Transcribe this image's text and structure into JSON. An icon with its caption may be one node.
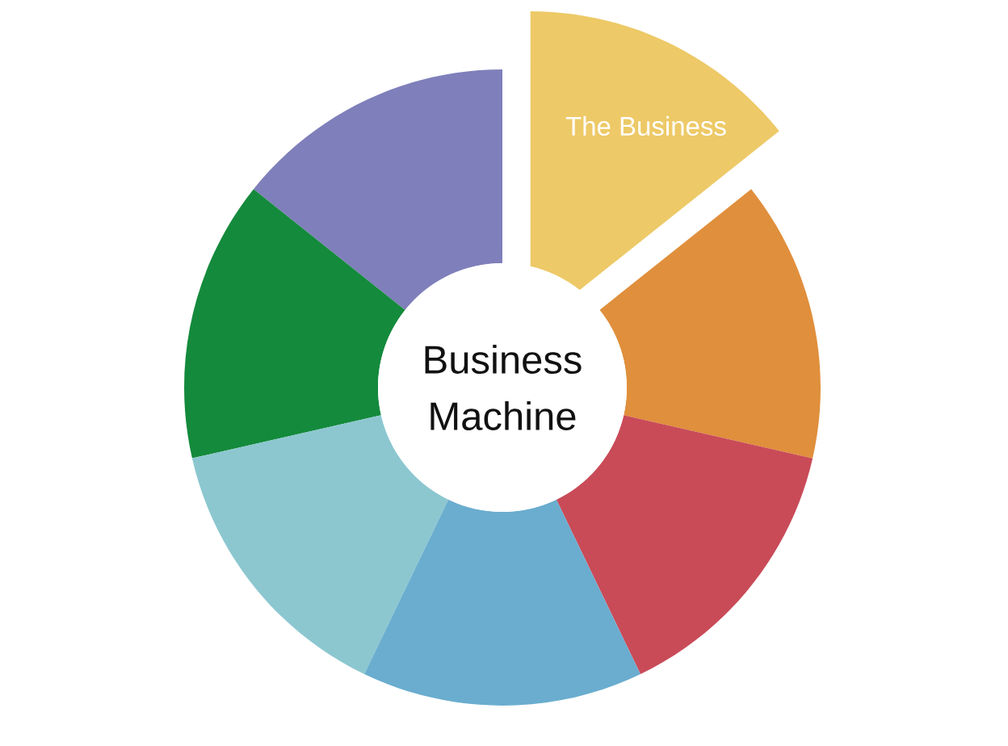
{
  "diagram": {
    "nodes": [
      {
        "text": [
          "The Business"
        ]
      },
      {
        "text": [
          "Business Machine"
        ]
      },
      {
        "text": [],
        "shape": "wedge"
      },
      {
        "text": [],
        "shape": "wedge"
      },
      {
        "text": [],
        "shape": "wedge"
      },
      {
        "text": [],
        "shape": "wedge"
      },
      {
        "text": [],
        "shape": "wedge"
      },
      {
        "text": [],
        "shape": "wedge"
      }
    ]
  }
}
